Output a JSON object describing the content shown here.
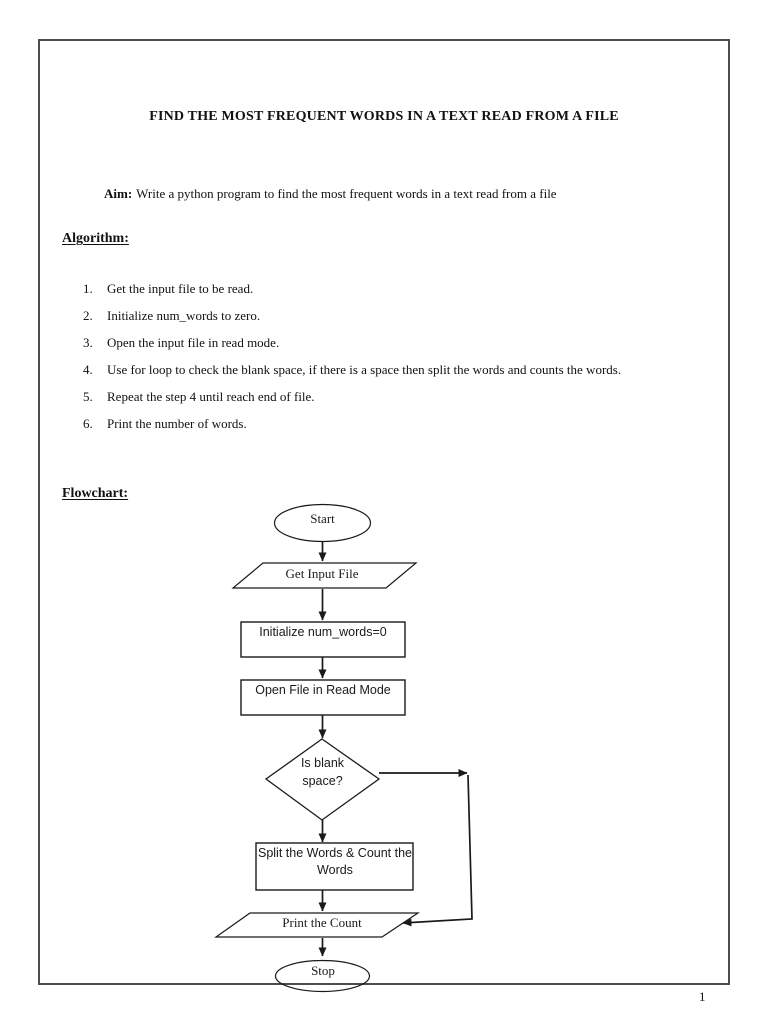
{
  "document": {
    "title": "FIND THE MOST FREQUENT WORDS IN A TEXT READ FROM A FILE",
    "aim_label": "Aim:",
    "aim_text": "Write a python program to find the most frequent words in a text read from a file",
    "algorithm_heading": "Algorithm:",
    "steps": [
      {
        "num": "1.",
        "text": "Get the input file to be read."
      },
      {
        "num": "2.",
        "text": "Initialize num_words to zero."
      },
      {
        "num": "3.",
        "text": "Open the input file in read mode."
      },
      {
        "num": "4.",
        "text": "Use for loop to check the blank space, if there is a space then split the words and counts the words."
      },
      {
        "num": "5.",
        "text": "Repeat the step 4 until reach end of file."
      },
      {
        "num": "6.",
        "text": "Print the number of words."
      }
    ],
    "flowchart_heading": "Flowchart:",
    "page_number": "1"
  },
  "flowchart": {
    "nodes": {
      "start": "Start",
      "get_input": "Get Input File",
      "initialize": "Initialize num_words=0",
      "open_file": "Open File in Read Mode",
      "decision": "Is blank space?",
      "split_count": "Split the Words & Count the Words",
      "print_count": "Print the Count",
      "stop": "Stop"
    }
  },
  "colors": {
    "line": "#1a1a1a",
    "page_border": "#4d4d4d",
    "text": "#111111"
  }
}
